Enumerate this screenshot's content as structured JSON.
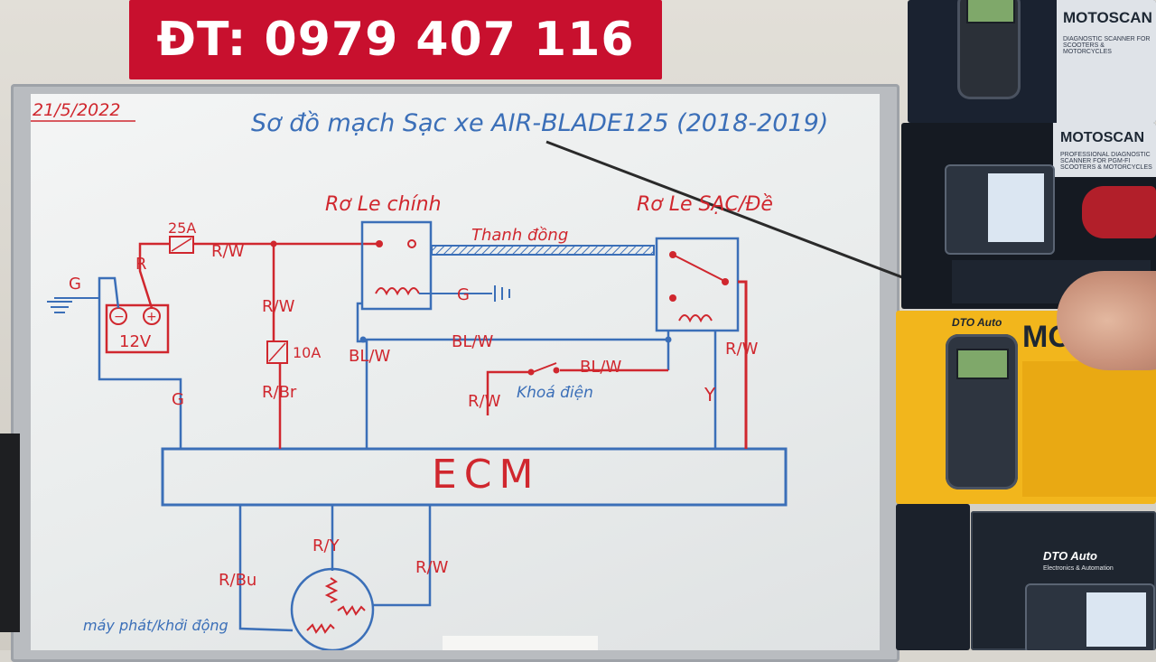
{
  "banner": {
    "phone": "ĐT: 0979 407 116"
  },
  "board": {
    "date": "21/5/2022",
    "title": "Sơ đồ mạch Sạc xe AIR-BLADE125 (2018-2019)"
  },
  "diagram": {
    "relay_main_label": "Rơ Le chính",
    "relay_charge_label": "Rơ Le SẠC/Đề",
    "busbar_label": "Thanh đồng",
    "ecm_label": "ECM",
    "fuse_25a": "25A",
    "fuse_10a": "10A",
    "battery_label": "12V",
    "battery_minus": "−",
    "battery_plus": "+",
    "ignition_label": "Khoá điện",
    "generator_label": "máy phát/khởi động",
    "wire_labels": {
      "g_left": "G",
      "r_battery": "R",
      "rw_top": "R/W",
      "rw_mid": "R/W",
      "g_ground_relay": "G",
      "g_bottom": "G",
      "blw_left": "BL/W",
      "blw_mid": "BL/W",
      "blw_ign": "BL/W",
      "rbr": "R/Br",
      "rw_ign": "R/W",
      "y_right": "Y",
      "rw_right": "R/W",
      "ry_gen": "R/Y",
      "rbu_gen": "R/Bu",
      "rw_gen": "R/W"
    }
  },
  "boxes": {
    "top_brand": "MOTOSCAN",
    "top_sub": "DIAGNOSTIC SCANNER FOR SCOOTERS & MOTORCYCLES",
    "mid_brand": "MOTOSCAN",
    "mid_sub": "PROFESSIONAL DIAGNOSTIC SCANNER FOR PGM-FI SCOOTERS & MOTORCYCLES",
    "yellow_brand": "DTO Auto",
    "yellow_title": "MO",
    "bottom_brand": "DTO Auto",
    "bottom_sub": "Electronics & Automation"
  },
  "colors": {
    "banner": "#c8102e",
    "wire_blue": "#3b6fb8",
    "wire_red": "#d0272e"
  }
}
